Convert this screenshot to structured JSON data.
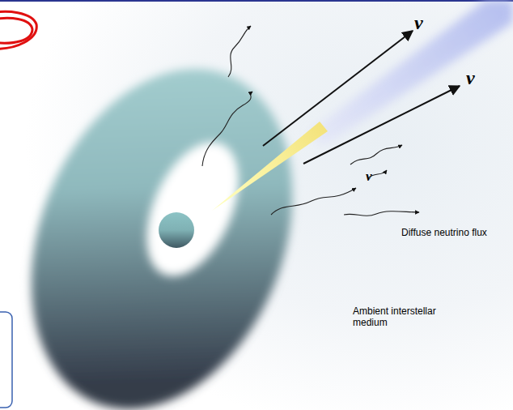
{
  "diagram": {
    "labels": [
      "ν",
      "ν",
      "ν",
      "Diffuse neutrino flux",
      "Ambient interstellar medium"
    ]
  }
}
